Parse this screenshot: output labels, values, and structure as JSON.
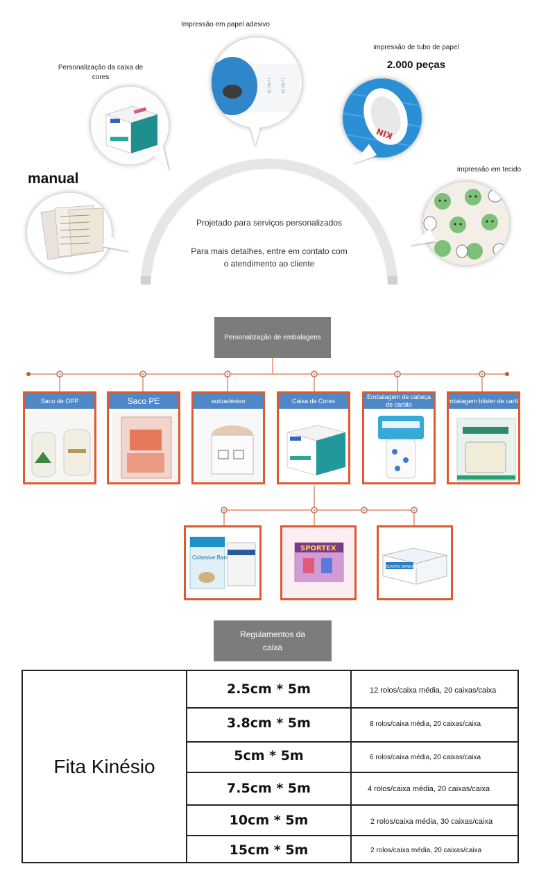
{
  "top": {
    "items": [
      {
        "label": "Impressão em papel adesivo"
      },
      {
        "label": "impressão de tubo de papel",
        "sublabel": "2.000 peças"
      },
      {
        "label": "Personalização da caixa de cores"
      },
      {
        "label": "manual"
      },
      {
        "label": "impressão em tecido"
      }
    ],
    "center_title": "Projetado para serviços personalizados",
    "center_text": "Para mais detalhes, entre em contato com o atendimento ao cliente"
  },
  "packaging": {
    "title": "Personalização de embalagens",
    "cards": [
      {
        "label": "Saco de OPP"
      },
      {
        "label": "Saco PE"
      },
      {
        "label": "autoadesivo"
      },
      {
        "label": "Caixa de Cores"
      },
      {
        "label": "Embalagem de cabeça de cartão"
      },
      {
        "label": "Embalagem blister de cartão"
      }
    ],
    "extra_card_texts": [
      "Cohesive Bandage",
      "SPORTEX",
      "ELASTIC BANDAGE"
    ]
  },
  "rules": {
    "title": "Regulamentos da caixa",
    "product": "Fita Kinésio",
    "rows": [
      {
        "size": "2.5cm * 5m",
        "rule": "12 rolos/caixa média, 20 caixas/caixa"
      },
      {
        "size": "3.8cm * 5m",
        "rule": "8 rolos/caixa média, 20 caixas/caixa"
      },
      {
        "size": "5cm * 5m",
        "rule": "6 rolos/caixa média, 20 caixas/caixa"
      },
      {
        "size": "7.5cm * 5m",
        "rule": "4 rolos/caixa média, 20 caixas/caixa"
      },
      {
        "size": "10cm * 5m",
        "rule": "2 rolos/caixa média, 30 caixas/caixa"
      },
      {
        "size": "15cm * 5m",
        "rule": "2 rolos/caixa média, 20 caixas/caixa"
      }
    ]
  },
  "colors": {
    "accent": "#e0582e",
    "card_header": "#4f88c6",
    "title_box": "#7c7c7c"
  }
}
